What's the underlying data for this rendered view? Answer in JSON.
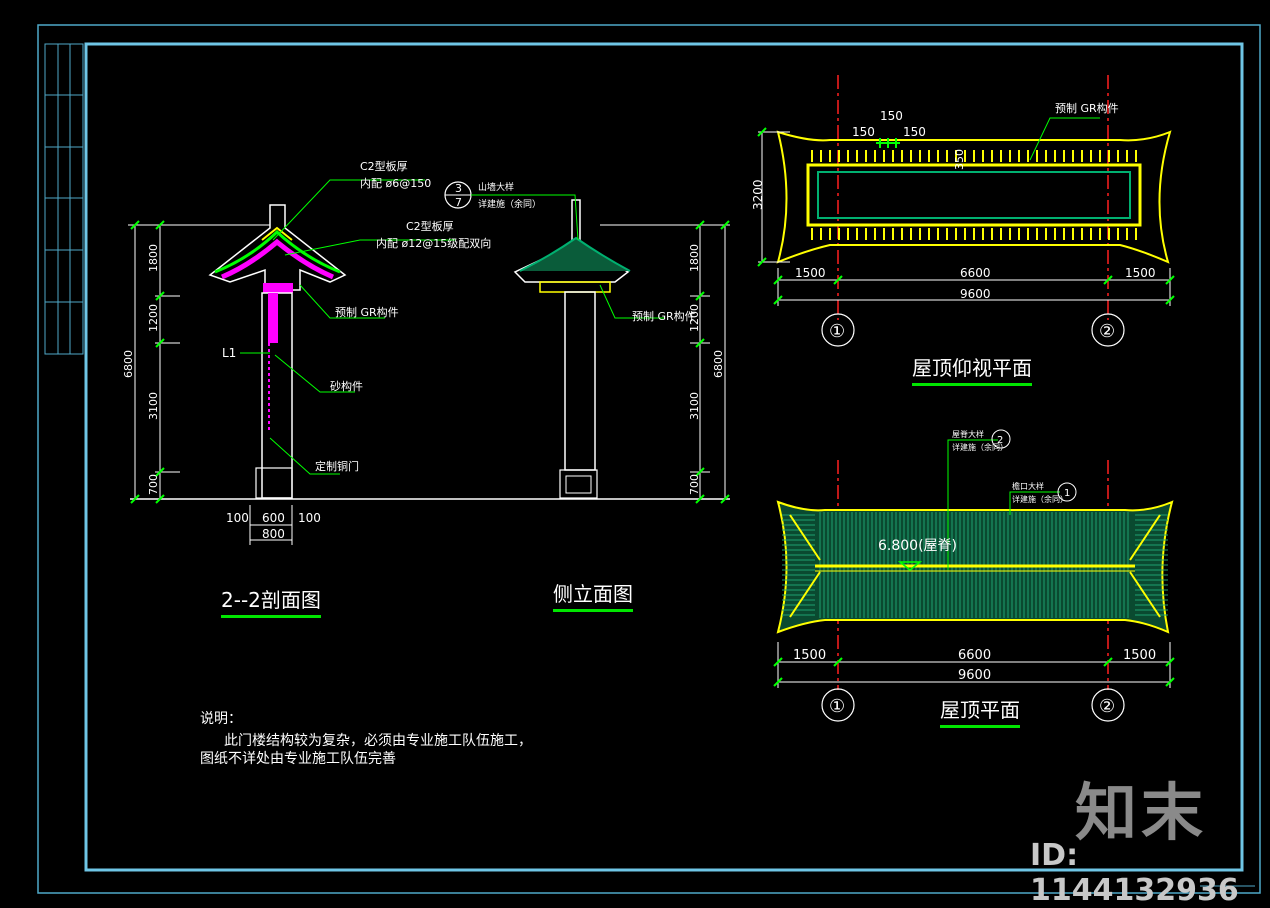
{
  "titles": {
    "section": "2--2剖面图",
    "side": "侧立面图",
    "roof_under": "屋顶仰视平面",
    "roof_plan": "屋顶平面"
  },
  "notes": {
    "heading": "说明：",
    "line1": "此门楼结构较为复杂，必须由专业施工队伍施工，",
    "line2": "图纸不详处由专业施工队伍完善"
  },
  "section_labels": {
    "c2_top": "C2型板厚",
    "c2_top_rebar": "内配 ø6@150",
    "c2_mid": "C2型板厚",
    "c2_mid_rebar": "内配 ø12@15级配双向",
    "grc": "预制 GR构件",
    "l1": "L1",
    "sand": "砂构件",
    "gate": "定制铜门"
  },
  "section_dims": {
    "v1": "1800",
    "v2": "1200",
    "v3": "3100",
    "v4": "700",
    "total": "6800",
    "b1": "100",
    "b2": "600",
    "b3": "100",
    "b4": "800"
  },
  "side_labels": {
    "detail_top": "3",
    "detail_bot": "7",
    "ridge": "山墙大样",
    "ridge_ref": "详建施（余同）",
    "grc": "预制 GR构件"
  },
  "side_dims": {
    "v1": "1800",
    "v2": "1200",
    "v3": "3100",
    "v4": "700",
    "total": "6800"
  },
  "roof_under": {
    "grc": "预制 GR构件",
    "d150a": "150",
    "d150b": "150",
    "d150c": "150",
    "d350": "350",
    "h3200": "3200",
    "d1500a": "1500",
    "d6600": "6600",
    "d1500b": "1500",
    "d9600": "9600",
    "axis1": "①",
    "axis2": "②"
  },
  "roof_plan": {
    "ridge": "屋脊大样",
    "ridge_ref": "详建施（余同）",
    "ridge_no": "2",
    "eave": "檐口大样",
    "eave_ref": "详建施（余同）",
    "eave_no": "1",
    "elev": "6.800(屋脊)",
    "d1500a": "1500",
    "d6600": "6600",
    "d1500b": "1500",
    "d9600": "9600",
    "axis1": "①",
    "axis2": "②"
  },
  "watermark": {
    "brand": "知末",
    "id": "ID: 1144132936"
  },
  "colors": {
    "frame": "#6fc6e6",
    "green": "#00ff00",
    "yellow": "#ffff00",
    "magenta": "#ff00ff",
    "red": "#ff2020",
    "dark_green": "#0f8a5a"
  }
}
